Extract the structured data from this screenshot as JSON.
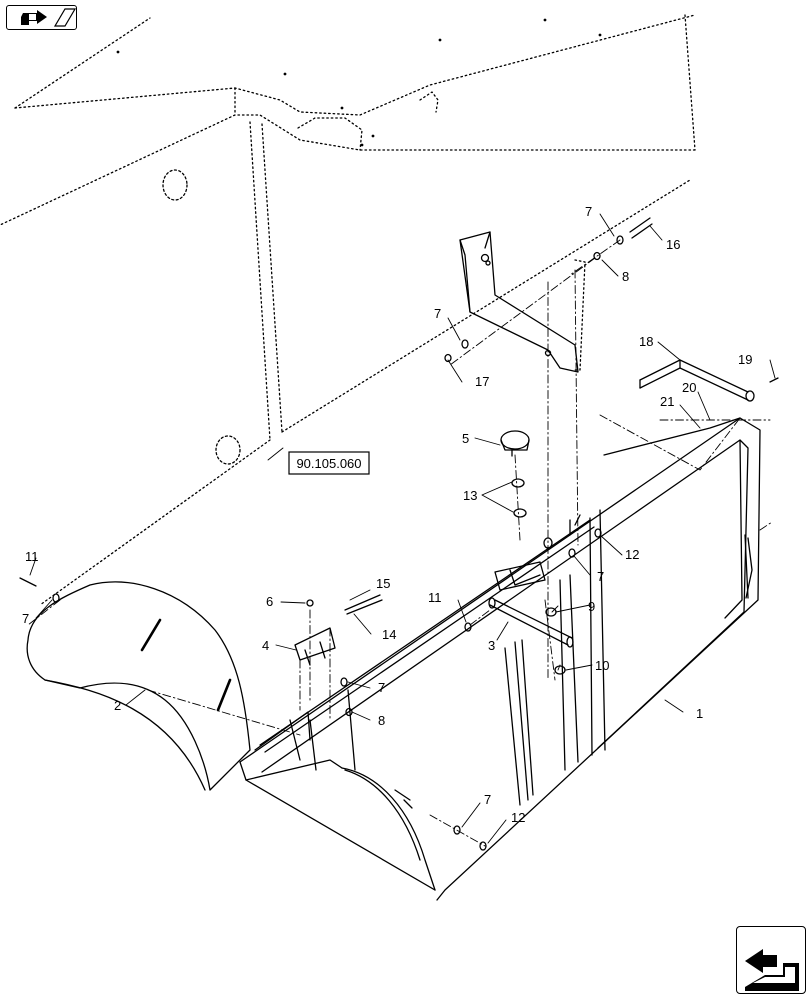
{
  "navigation": {
    "prev_icon": "arrow-back-icon",
    "next_icon": "arrow-forward-icon"
  },
  "reference_box": {
    "label": "90.105.060"
  },
  "callouts": {
    "c1": "1",
    "c2": "2",
    "c3": "3",
    "c4": "4",
    "c5": "5",
    "c6": "6",
    "c7a": "7",
    "c7b": "7",
    "c7c": "7",
    "c7d": "7",
    "c7e": "7",
    "c7f": "7",
    "c8a": "8",
    "c8b": "8",
    "c9": "9",
    "c10": "10",
    "c11a": "11",
    "c11b": "11",
    "c12a": "12",
    "c12b": "12",
    "c13": "13",
    "c14": "14",
    "c15": "15",
    "c16": "16",
    "c17": "17",
    "c18": "18",
    "c19": "19",
    "c20": "20",
    "c21": "21"
  },
  "colors": {
    "line": "#000000",
    "background": "#ffffff"
  }
}
